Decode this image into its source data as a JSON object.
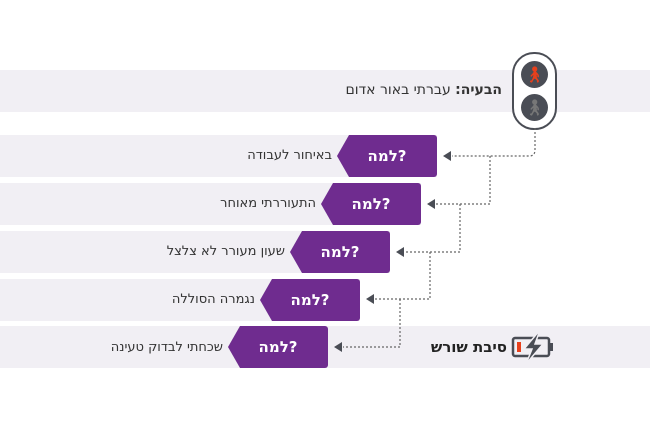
{
  "problem": {
    "label": "הבעיה:",
    "text": "עברתי באור אדום"
  },
  "why_label": "למה?",
  "answers": [
    "באיחור לעבודה",
    "התעוררתי מאוחר",
    "שעון מעורר לא צלצל",
    "נגמרה הסוללה",
    "שכחתי לבדוק טעינה"
  ],
  "root_cause": "סיבת שורש",
  "colors": {
    "purple": "#6f2c8f",
    "band": "#f1eff4",
    "red": "#e8401c",
    "dark": "#4a4d55"
  }
}
